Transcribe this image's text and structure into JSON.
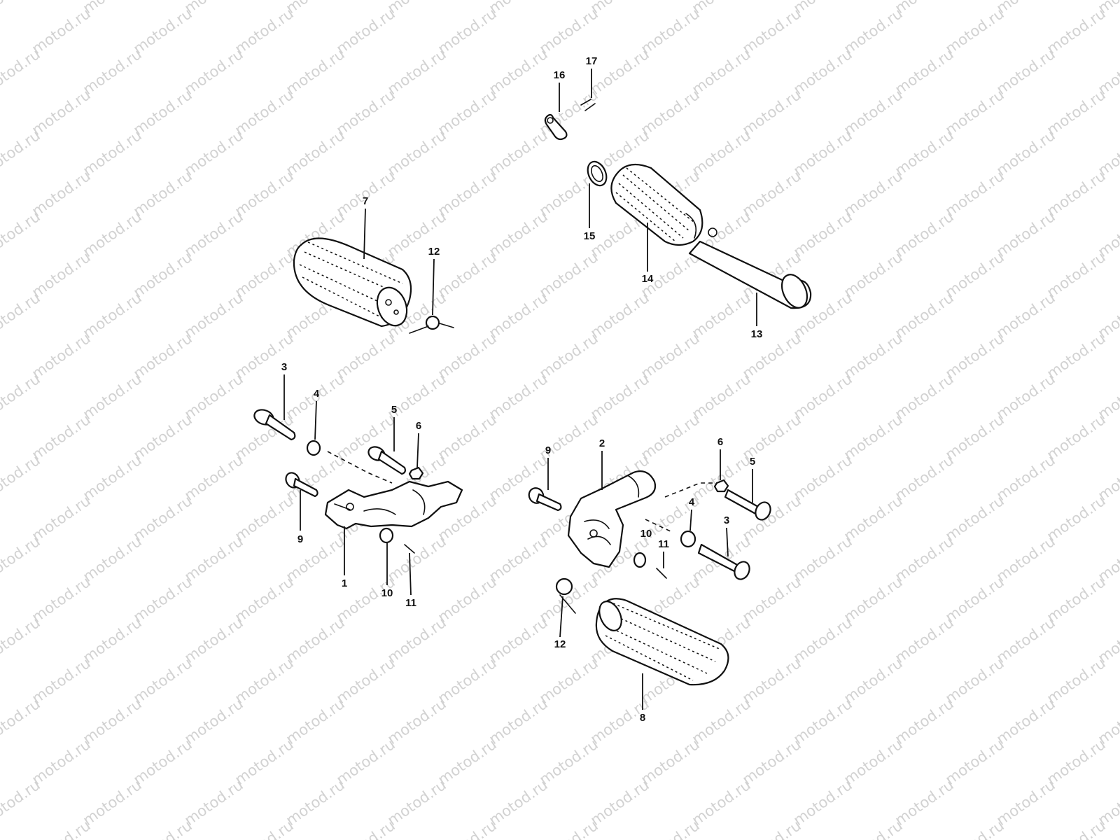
{
  "watermark": {
    "text": "motod.ru",
    "color": "#d2d2d2"
  },
  "callouts": [
    {
      "id": "c16",
      "label": "16"
    },
    {
      "id": "c17",
      "label": "17"
    },
    {
      "id": "c7",
      "label": "7"
    },
    {
      "id": "c12a",
      "label": "12"
    },
    {
      "id": "c15",
      "label": "15"
    },
    {
      "id": "c14",
      "label": "14"
    },
    {
      "id": "c13",
      "label": "13"
    },
    {
      "id": "c3a",
      "label": "3"
    },
    {
      "id": "c4a",
      "label": "4"
    },
    {
      "id": "c5a",
      "label": "5"
    },
    {
      "id": "c6a",
      "label": "6"
    },
    {
      "id": "c9a",
      "label": "9"
    },
    {
      "id": "c1",
      "label": "1"
    },
    {
      "id": "c10a",
      "label": "10"
    },
    {
      "id": "c11a",
      "label": "11"
    },
    {
      "id": "c9b",
      "label": "9"
    },
    {
      "id": "c2",
      "label": "2"
    },
    {
      "id": "c6b",
      "label": "6"
    },
    {
      "id": "c5b",
      "label": "5"
    },
    {
      "id": "c4b",
      "label": "4"
    },
    {
      "id": "c3b",
      "label": "3"
    },
    {
      "id": "c10b",
      "label": "10"
    },
    {
      "id": "c11b",
      "label": "11"
    },
    {
      "id": "c12b",
      "label": "12"
    },
    {
      "id": "c8",
      "label": "8"
    }
  ]
}
